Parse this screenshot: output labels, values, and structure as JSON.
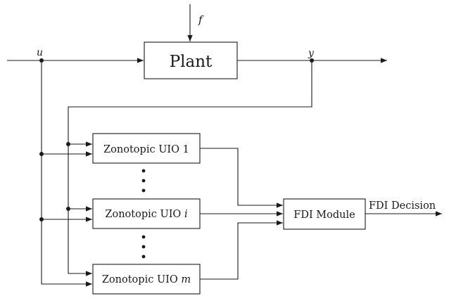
{
  "diagram": {
    "plant": {
      "label": "Plant"
    },
    "signals": {
      "fault": "f",
      "input": "u",
      "output": "y"
    },
    "observers": [
      {
        "prefix": "Zonotopic UIO",
        "index": "1"
      },
      {
        "prefix": "Zonotopic UIO",
        "index": "i"
      },
      {
        "prefix": "Zonotopic UIO",
        "index": "m"
      }
    ],
    "fdi_module": {
      "label": "FDI Module"
    },
    "decision": {
      "label": "FDI Decision"
    },
    "colors": {
      "ink": "#1a1a1a",
      "background": "#ffffff"
    }
  }
}
